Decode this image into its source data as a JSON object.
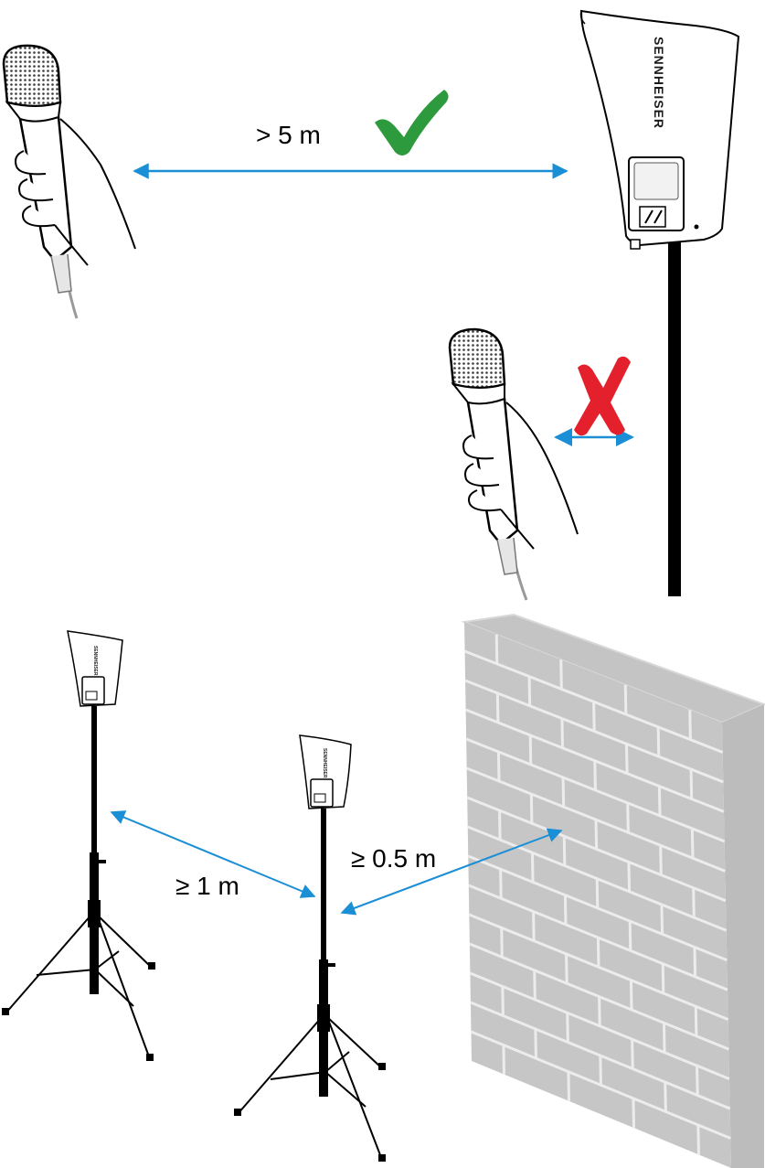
{
  "labels": {
    "distance_far": "> 5 m",
    "distance_between_antennas": "≥ 1 m",
    "distance_to_wall": "≥ 0.5 m"
  },
  "brand": {
    "name": "SENNHEISER"
  },
  "indicators": {
    "correct": "check-mark",
    "wrong": "cross-mark"
  },
  "colors": {
    "arrow": "#1b8fd6",
    "check": "#2e9a3e",
    "cross": "#e3202b",
    "brick": "#c6c6c6",
    "mortar": "#e9e9e9",
    "stand": "#000000"
  }
}
